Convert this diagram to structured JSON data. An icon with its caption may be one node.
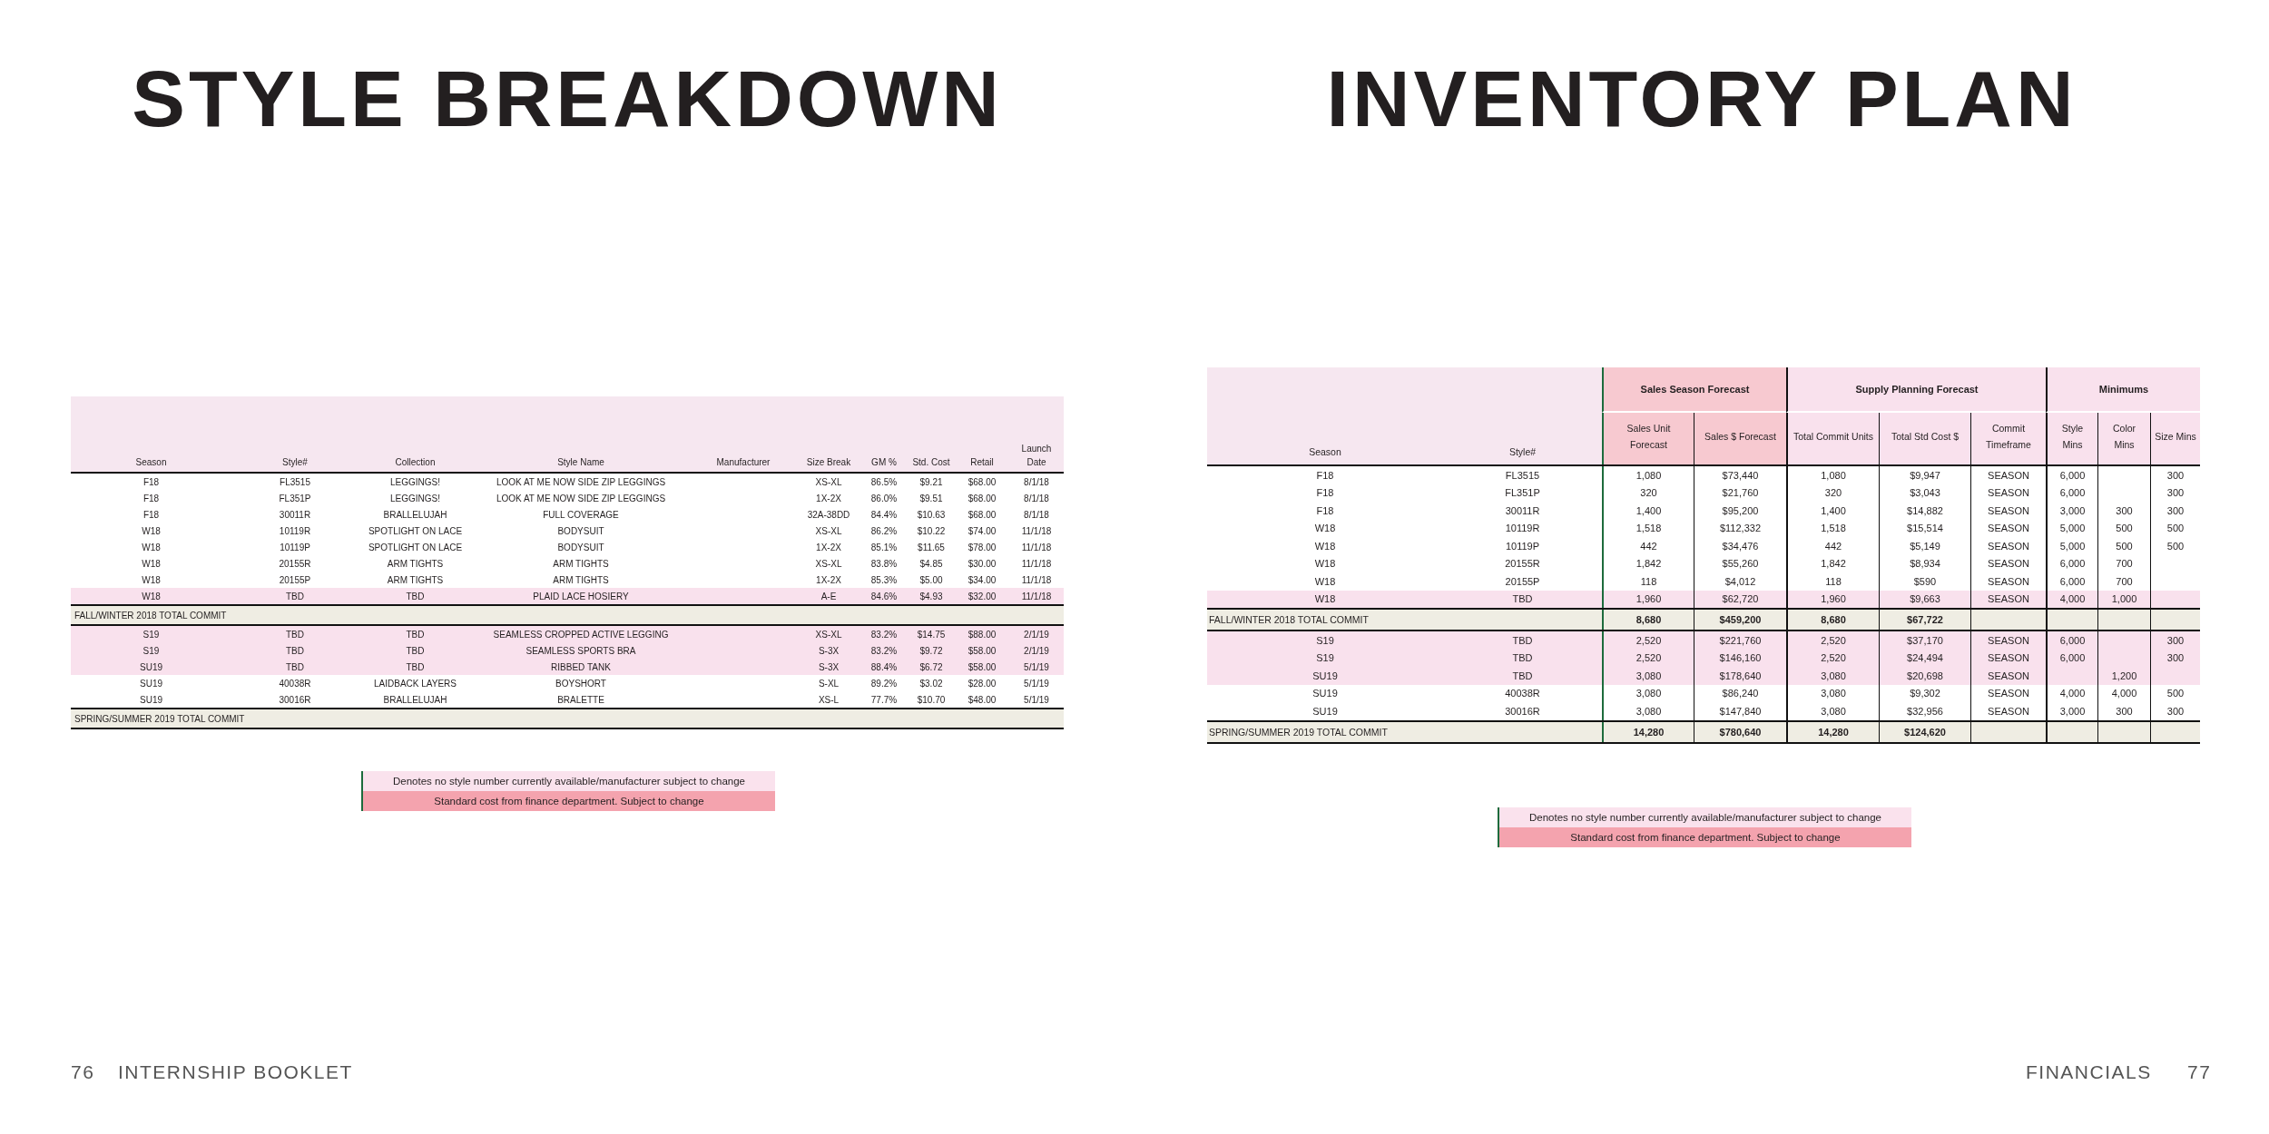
{
  "diagram": {
    "labels": [
      "STYLE BREAKDOWN",
      "Season",
      "Style#",
      "Collection",
      "Style Name",
      "Manufacturer",
      "Size Break",
      "GM %",
      "Std. Cost",
      "Retail",
      "Launch Date",
      "F18",
      "FL3515",
      "LEGGINGS!",
      "LOOK AT ME NOW SIDE ZIP LEGGINGS",
      "XS-XL",
      "86.5%",
      "$9.21",
      "$68.00",
      "8/1/18",
      "F18",
      "FL351P",
      "LEGGINGS!",
      "LOOK AT ME NOW SIDE ZIP LEGGINGS",
      "1X-2X",
      "86.0%",
      "$9.51",
      "$68.00",
      "8/1/18",
      "F18",
      "30011R",
      "BRALLELUJAH",
      "FULL COVERAGE",
      "32A-38DD",
      "84.4%",
      "$10.63",
      "$68.00",
      "8/1/18",
      "W18",
      "10119R",
      "SPOTLIGHT ON LACE",
      "BODYSUIT",
      "XS-XL",
      "86.2%",
      "$10.22",
      "$74.00",
      "11/1/18",
      "W18",
      "10119P",
      "SPOTLIGHT ON LACE",
      "BODYSUIT",
      "1X-2X",
      "85.1%",
      "$11.65",
      "$78.00",
      "11/1/18",
      "W18",
      "20155R",
      "ARM TIGHTS",
      "ARM TIGHTS",
      "XS-XL",
      "83.8%",
      "$4.85",
      "$30.00",
      "11/1/18",
      "W18",
      "20155P",
      "ARM TIGHTS",
      "ARM TIGHTS",
      "1X-2X",
      "85.3%",
      "$5.00",
      "$34.00",
      "11/1/18",
      "W18",
      "TBD",
      "TBD",
      "PLAID LACE HOSIERY",
      "A-E",
      "84.6%",
      "$4.93",
      "$32.00",
      "11/1/18",
      "FALL/WINTER 2018 TOTAL COMMIT",
      "S19",
      "TBD",
      "TBD",
      "SEAMLESS CROPPED ACTIVE LEGGING",
      "XS-XL",
      "83.2%",
      "$14.75",
      "$88.00",
      "2/1/19",
      "S19",
      "TBD",
      "TBD",
      "SEAMLESS SPORTS BRA",
      "S-3X",
      "83.2%",
      "$9.72",
      "$58.00",
      "2/1/19",
      "SU19",
      "TBD",
      "TBD",
      "RIBBED TANK",
      "S-3X",
      "88.4%",
      "$6.72",
      "$58.00",
      "5/1/19",
      "SU19",
      "40038R",
      "LAIDBACK LAYERS",
      "BOYSHORT",
      "S-XL",
      "89.2%",
      "$3.02",
      "$28.00",
      "5/1/19",
      "SU19",
      "30016R",
      "BRALLELUJAH",
      "BRALETTE",
      "XS-L",
      "77.7%",
      "$10.70",
      "$48.00",
      "5/1/19",
      "SPRING/SUMMER 2019 TOTAL COMMIT",
      "INVENTORY PLAN",
      "Sales Season Forecast",
      "Supply Planning Forecast",
      "Minimums",
      "Season",
      "Style#",
      "Sales Unit Forecast",
      "Sales $ Forecast",
      "Total Commit Units",
      "Total Std Cost $",
      "Commit Timeframe",
      "Style Mins",
      "Color Mins",
      "Size Mins",
      "F18",
      "FL3515",
      "1,080",
      "$73,440",
      "1,080",
      "$9,947",
      "SEASON",
      "6,000",
      "300",
      "F18",
      "FL351P",
      "320",
      "$21,760",
      "320",
      "$3,043",
      "SEASON",
      "6,000",
      "300",
      "F18",
      "30011R",
      "1,400",
      "$95,200",
      "1,400",
      "$14,882",
      "SEASON",
      "3,000",
      "300",
      "300",
      "W18",
      "10119R",
      "1,518",
      "$112,332",
      "1,518",
      "$15,514",
      "SEASON",
      "5,000",
      "500",
      "500",
      "W18",
      "10119P",
      "442",
      "$34,476",
      "442",
      "$5,149",
      "SEASON",
      "5,000",
      "500",
      "500",
      "W18",
      "20155R",
      "1,842",
      "$55,260",
      "1,842",
      "$8,934",
      "SEASON",
      "6,000",
      "700",
      "W18",
      "20155P",
      "118",
      "$4,012",
      "118",
      "$590",
      "SEASON",
      "6,000",
      "700",
      "W18",
      "TBD",
      "1,960",
      "$62,720",
      "1,960",
      "$9,663",
      "SEASON",
      "4,000",
      "1,000",
      "FALL/WINTER 2018 TOTAL COMMIT",
      "8,680",
      "$459,200",
      "8,680",
      "$67,722",
      "S19",
      "TBD",
      "2,520",
      "$221,760",
      "2,520",
      "$37,170",
      "SEASON",
      "6,000",
      "300",
      "S19",
      "TBD",
      "2,520",
      "$146,160",
      "2,520",
      "$24,494",
      "SEASON",
      "6,000",
      "300",
      "SU19",
      "TBD",
      "3,080",
      "$178,640",
      "3,080",
      "$20,698",
      "SEASON",
      "1,200",
      "SU19",
      "40038R",
      "3,080",
      "$86,240",
      "3,080",
      "$9,302",
      "SEASON",
      "4,000",
      "4,000",
      "500",
      "SU19",
      "30016R",
      "3,080",
      "$147,840",
      "3,080",
      "$32,956",
      "SEASON",
      "3,000",
      "300",
      "300",
      "SPRING/SUMMER 2019 TOTAL COMMIT",
      "14,280",
      "$780,640",
      "14,280",
      "$124,620",
      "76",
      "INTERNSHIP BOOKLET",
      "FINANCIALS",
      "77"
    ],
    "legend": [
      {
        "text": "Denotes no style number currently available/manufacturer subject to change",
        "color": "#fae2ed"
      },
      {
        "text": "Standard cost from finance department. Subject to change",
        "color": "#f4a3ae"
      },
      {
        "text": "Denotes no style number currently available/manufacturer subject to change",
        "color": "#fae2ed"
      },
      {
        "text": "Standard cost from finance department. Subject to change",
        "color": "#f4a3ae"
      }
    ]
  }
}
